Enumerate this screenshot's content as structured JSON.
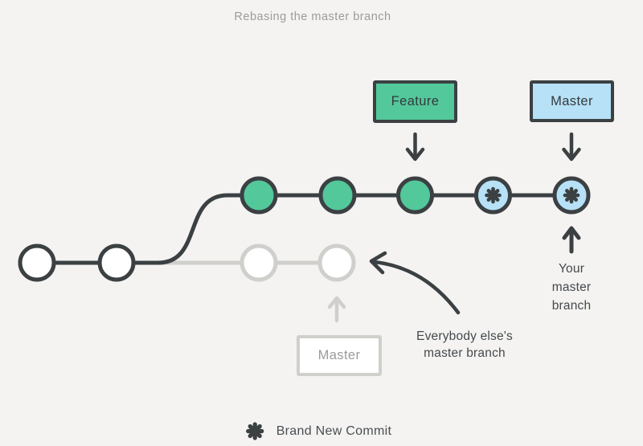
{
  "title": "Rebasing the master branch",
  "boxes": {
    "feature": {
      "label": "Feature",
      "fill": "#52C89B"
    },
    "your_master": {
      "label": "Master",
      "fill": "#B6E1F6"
    },
    "old_master": {
      "label": "Master",
      "fill": "#FFFFFF"
    }
  },
  "annotations": {
    "everybody_line1": "Everybody else's",
    "everybody_line2": "master branch",
    "your_master_line1": "Your",
    "your_master_line2": "master",
    "your_master_line3": "branch"
  },
  "legend": {
    "label": "Brand New Commit"
  },
  "colors": {
    "background": "#F4F3F1",
    "dark": "#3B4043",
    "green": "#52C89B",
    "blue": "#B6E1F6",
    "faded_gray": "#CFCFCC",
    "title_text": "#9B9B9B",
    "body_text": "#45494D"
  },
  "graph": {
    "top_row_commits": [
      "feature",
      "feature",
      "feature",
      "brand_new",
      "brand_new"
    ],
    "bottom_row_commits": [
      "original",
      "original"
    ],
    "faded_row_commits": [
      "old_master",
      "old_master"
    ]
  }
}
